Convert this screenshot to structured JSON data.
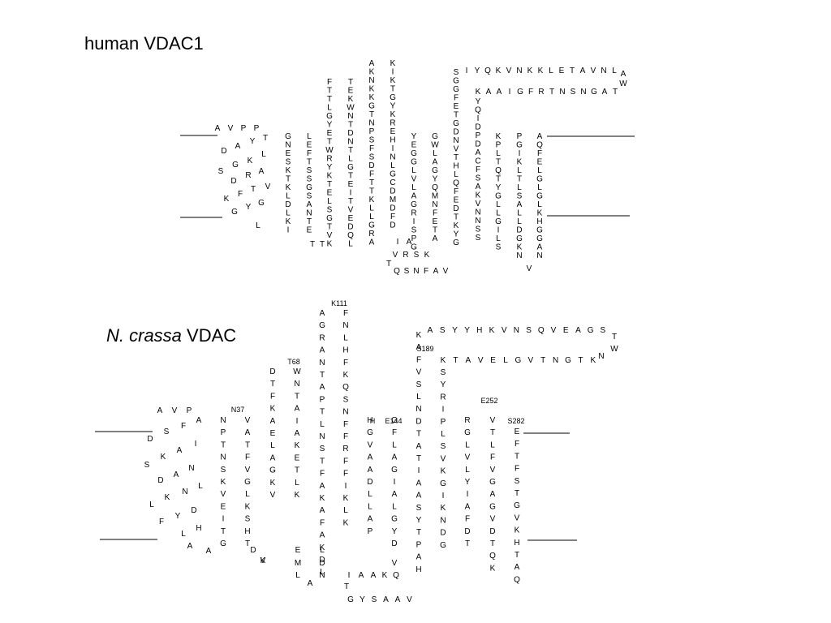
{
  "titles": {
    "human": "human VDAC1",
    "ncrassa_species": "N. crassa",
    "ncrassa_protein": " VDAC"
  },
  "human": {
    "n_term": "AVPP",
    "nterm_helix": [
      "T",
      "Y",
      "A",
      "D",
      "L",
      "K",
      "S",
      "G",
      "R",
      "A",
      "D",
      "V",
      "T",
      "F",
      "K",
      "G",
      "Y",
      "G",
      "L"
    ],
    "strands": [
      "GNESKTKLDLKI",
      "LEFTSSGSANTE",
      "FTTLGYETWRYKTELSGTVK",
      "TEKWNTDNTLGTEITVEDQL",
      "AKNKKGTNPSFSDFTTKLLGRA",
      "KIKTGYKREHINLGCDMDFD",
      "YEGGLVLAGRISPG",
      "GWLAGYQMNFETA",
      "IYQKVNKKLETAVNLSGGFETGDNVTHLQFEDTKYG",
      "KAAIGFRTNSNGATYQIDPDACFSAKVNNSS",
      "KPLTQTYGLLGILS",
      "PGIKLTLSALLDGKN",
      "AQFELGLGLKHGGAN"
    ],
    "loops": [
      "TT",
      "IA",
      "VRSK",
      "TQSNFAV",
      "AW",
      "V"
    ]
  },
  "ncrassa": {
    "n_term": "AVP",
    "nterm_helix": [
      "A",
      "F",
      "S",
      "D",
      "I",
      "A",
      "K",
      "S",
      "N",
      "A",
      "D",
      "L",
      "N",
      "K",
      "L",
      "D",
      "Y",
      "F",
      "H",
      "L",
      "A",
      "A"
    ],
    "strands": [
      "NPTNSKVEITG",
      "VATFVGLKSHT",
      "DTFKAELAGKV",
      "WNTAIAKETLK",
      "AGRANTAPTLNSTFAKAFAKDL",
      "FNLHFKQSNFFRFFIKLK",
      "HGVAADLLAP",
      "GFLAGIALGYD",
      "ASYYHKVNSQVEAGSKAFVSLNDTATIAASYTPAH",
      "KTAVELGVTNGTKSYRIPLSVKGIKNDG",
      "RGLVLYIAFDT",
      "VTLFVGAGVDTQK",
      "EFTFSTGVKHTAQ"
    ],
    "loops": [
      "DVK",
      "EMLANDL",
      "IAAKQTV",
      "GYSAAV",
      "TW",
      "N"
    ],
    "labels": {
      "k111": "K111",
      "n37": "N37",
      "t68": "T68",
      "h144": "H",
      "e144": "E144",
      "s189": "S189",
      "e252": "E252",
      "s282": "S282"
    }
  },
  "colors": {
    "text": "#000000",
    "membrane": "#000000",
    "background": "#ffffff"
  }
}
